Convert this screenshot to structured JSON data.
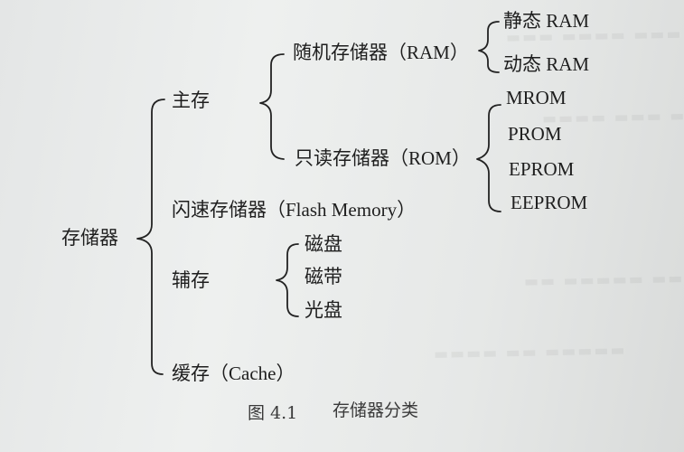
{
  "figure": {
    "root": "存储器",
    "main_memory": {
      "label": "主存",
      "ram": {
        "label": "随机存储器（RAM）",
        "children": [
          "静态 RAM",
          "动态 RAM"
        ]
      },
      "rom": {
        "label": "只读存储器（ROM）",
        "children": [
          "MROM",
          "PROM",
          "EPROM",
          "EEPROM"
        ]
      }
    },
    "flash": "闪速存储器（Flash Memory）",
    "auxiliary": {
      "label": "辅存",
      "children": [
        "磁盘",
        "磁带",
        "光盘"
      ]
    },
    "cache": "缓存（Cache）",
    "caption_number": "图 4.1",
    "caption_title": "存储器分类"
  }
}
